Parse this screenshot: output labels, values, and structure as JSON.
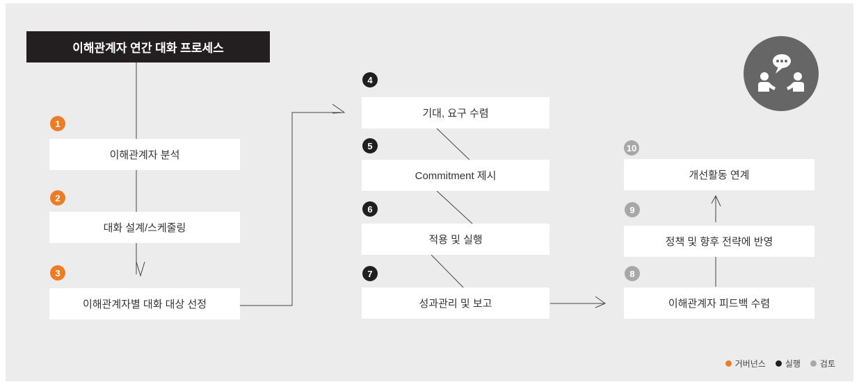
{
  "title": "이해관계자 연간 대화 프로세스",
  "steps": [
    {
      "num": "1",
      "label": "이해관계자 분석",
      "group": "gov"
    },
    {
      "num": "2",
      "label": "대화 설계/스케줄링",
      "group": "gov"
    },
    {
      "num": "3",
      "label": "이해관계자별 대화 대상 선정",
      "group": "gov"
    },
    {
      "num": "4",
      "label": "기대, 요구 수렴",
      "group": "exe"
    },
    {
      "num": "5",
      "label": "Commitment 제시",
      "group": "exe"
    },
    {
      "num": "6",
      "label": "적용 및 실행",
      "group": "exe"
    },
    {
      "num": "7",
      "label": "성과관리 및 보고",
      "group": "exe"
    },
    {
      "num": "8",
      "label": "이해관계자 피드백 수렴",
      "group": "rev"
    },
    {
      "num": "9",
      "label": "정책 및 향후 전략에 반영",
      "group": "rev"
    },
    {
      "num": "10",
      "label": "개선활동 연계",
      "group": "rev"
    }
  ],
  "icon": "dialogue-people-icon",
  "legend": [
    {
      "label": "거버넌스",
      "color": "#ee7c25"
    },
    {
      "label": "실행",
      "color": "#1f1f1f"
    },
    {
      "label": "검토",
      "color": "#a8a8a8"
    }
  ]
}
